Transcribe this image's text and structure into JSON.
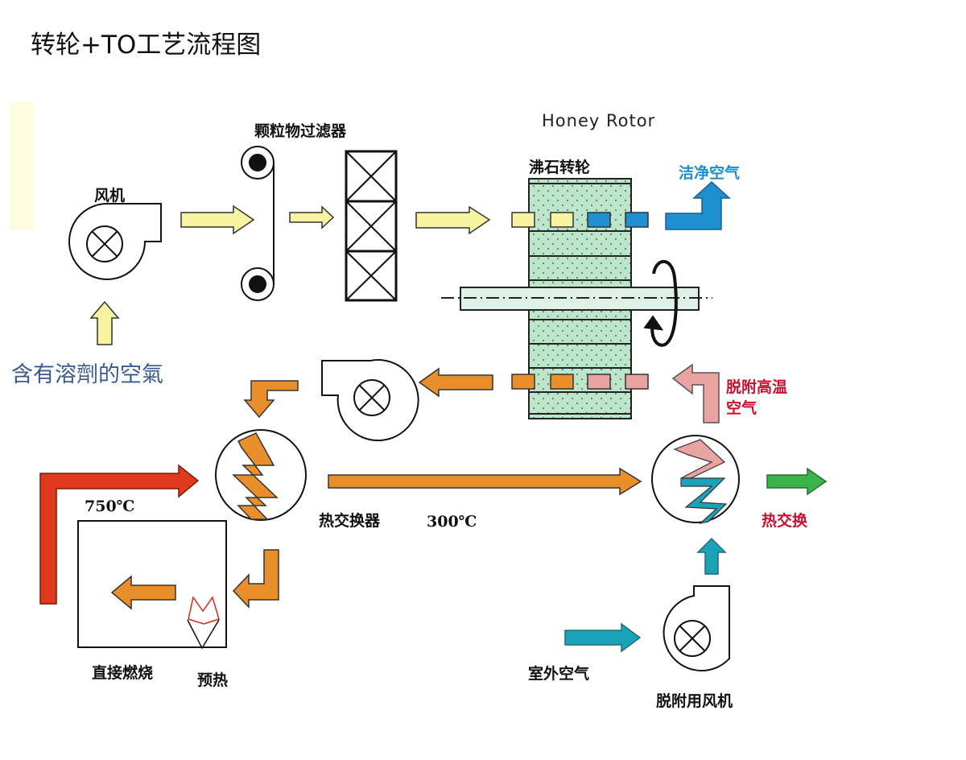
{
  "title": "转轮+TO工艺流程图",
  "labels": {
    "fan": "风机",
    "particulate_filter": "颗粒物过滤器",
    "honey_rotor": "Honey Rotor",
    "zeolite_rotor": "沸石转轮",
    "clean_air": "洁净空气",
    "solvent_air": "含有溶劑的空氣",
    "desorption_hot_air_line1": "脱附高温",
    "desorption_hot_air_line2": "空气",
    "temp_750": "750℃",
    "heat_exchanger": "热交换器",
    "temp_300": "300℃",
    "heat_exchange": "热交换",
    "direct_combustion": "直接燃烧",
    "preheat": "预热",
    "outdoor_air": "室外空气",
    "desorption_fan": "脱附用风机"
  },
  "colors": {
    "process_air": "#f7f3a0",
    "clean_air": "#1e90d0",
    "hot_exhaust": "#e88f2c",
    "combustion": "#e03a1e",
    "desorption": "#eaa3a3",
    "outdoor_air": "#1aa3b8",
    "exhaust_out": "#3cb34a",
    "rotor_fill": "#bde5cc",
    "shaft_fill": "#dff0e6"
  }
}
